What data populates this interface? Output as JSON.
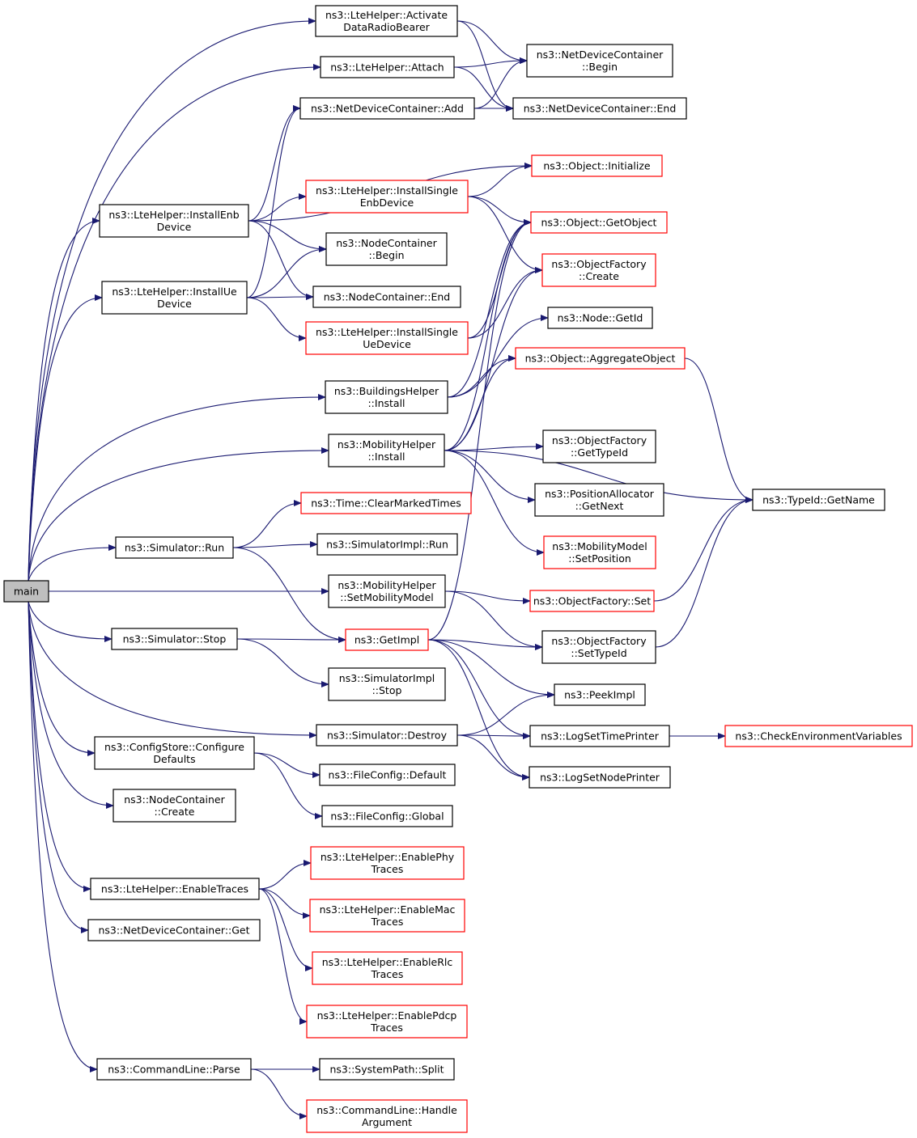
{
  "nodes": [
    {
      "id": "main",
      "lines": [
        "main"
      ],
      "style": "root"
    },
    {
      "id": "activate_drb",
      "lines": [
        "ns3::LteHelper::Activate",
        "DataRadioBearer"
      ],
      "style": "normal"
    },
    {
      "id": "attach",
      "lines": [
        "ns3::LteHelper::Attach"
      ],
      "style": "normal"
    },
    {
      "id": "ndc_add",
      "lines": [
        "ns3::NetDeviceContainer::Add"
      ],
      "style": "normal"
    },
    {
      "id": "ndc_begin",
      "lines": [
        "ns3::NetDeviceContainer",
        "::Begin"
      ],
      "style": "normal"
    },
    {
      "id": "ndc_end",
      "lines": [
        "ns3::NetDeviceContainer::End"
      ],
      "style": "normal"
    },
    {
      "id": "obj_init",
      "lines": [
        "ns3::Object::Initialize"
      ],
      "style": "red"
    },
    {
      "id": "install_enb",
      "lines": [
        "ns3::LteHelper::InstallEnb",
        "Device"
      ],
      "style": "normal"
    },
    {
      "id": "install_single_enb",
      "lines": [
        "ns3::LteHelper::InstallSingle",
        "EnbDevice"
      ],
      "style": "red"
    },
    {
      "id": "obj_getobject",
      "lines": [
        "ns3::Object::GetObject"
      ],
      "style": "red"
    },
    {
      "id": "nc_begin",
      "lines": [
        "ns3::NodeContainer",
        "::Begin"
      ],
      "style": "normal"
    },
    {
      "id": "of_create",
      "lines": [
        "ns3::ObjectFactory",
        "::Create"
      ],
      "style": "red"
    },
    {
      "id": "install_ue",
      "lines": [
        "ns3::LteHelper::InstallUe",
        "Device"
      ],
      "style": "normal"
    },
    {
      "id": "nc_end",
      "lines": [
        "ns3::NodeContainer::End"
      ],
      "style": "normal"
    },
    {
      "id": "node_getid",
      "lines": [
        "ns3::Node::GetId"
      ],
      "style": "normal"
    },
    {
      "id": "install_single_ue",
      "lines": [
        "ns3::LteHelper::InstallSingle",
        "UeDevice"
      ],
      "style": "red"
    },
    {
      "id": "obj_aggregate",
      "lines": [
        "ns3::Object::AggregateObject"
      ],
      "style": "red"
    },
    {
      "id": "bh_install",
      "lines": [
        "ns3::BuildingsHelper",
        "::Install"
      ],
      "style": "normal"
    },
    {
      "id": "mh_install",
      "lines": [
        "ns3::MobilityHelper",
        "::Install"
      ],
      "style": "normal"
    },
    {
      "id": "of_gettypeid",
      "lines": [
        "ns3::ObjectFactory",
        "::GetTypeId"
      ],
      "style": "normal"
    },
    {
      "id": "pa_getnext",
      "lines": [
        "ns3::PositionAllocator",
        "::GetNext"
      ],
      "style": "normal"
    },
    {
      "id": "typeid_getname",
      "lines": [
        "ns3::TypeId::GetName"
      ],
      "style": "normal"
    },
    {
      "id": "time_clear",
      "lines": [
        "ns3::Time::ClearMarkedTimes"
      ],
      "style": "red"
    },
    {
      "id": "sim_run",
      "lines": [
        "ns3::Simulator::Run"
      ],
      "style": "normal"
    },
    {
      "id": "simimpl_run",
      "lines": [
        "ns3::SimulatorImpl::Run"
      ],
      "style": "normal"
    },
    {
      "id": "mm_setpos",
      "lines": [
        "ns3::MobilityModel",
        "::SetPosition"
      ],
      "style": "red"
    },
    {
      "id": "mh_setmm",
      "lines": [
        "ns3::MobilityHelper",
        "::SetMobilityModel"
      ],
      "style": "normal"
    },
    {
      "id": "of_set",
      "lines": [
        "ns3::ObjectFactory::Set"
      ],
      "style": "red"
    },
    {
      "id": "sim_stop",
      "lines": [
        "ns3::Simulator::Stop"
      ],
      "style": "normal"
    },
    {
      "id": "getimpl",
      "lines": [
        "ns3::GetImpl"
      ],
      "style": "red"
    },
    {
      "id": "of_settypeid",
      "lines": [
        "ns3::ObjectFactory",
        "::SetTypeId"
      ],
      "style": "normal"
    },
    {
      "id": "simimpl_stop",
      "lines": [
        "ns3::SimulatorImpl",
        "::Stop"
      ],
      "style": "normal"
    },
    {
      "id": "peekimpl",
      "lines": [
        "ns3::PeekImpl"
      ],
      "style": "normal"
    },
    {
      "id": "sim_destroy",
      "lines": [
        "ns3::Simulator::Destroy"
      ],
      "style": "normal"
    },
    {
      "id": "log_timeprinter",
      "lines": [
        "ns3::LogSetTimePrinter"
      ],
      "style": "normal"
    },
    {
      "id": "check_env",
      "lines": [
        "ns3::CheckEnvironmentVariables"
      ],
      "style": "red"
    },
    {
      "id": "cs_configure",
      "lines": [
        "ns3::ConfigStore::Configure",
        "Defaults"
      ],
      "style": "normal"
    },
    {
      "id": "fc_default",
      "lines": [
        "ns3::FileConfig::Default"
      ],
      "style": "normal"
    },
    {
      "id": "log_nodeprinter",
      "lines": [
        "ns3::LogSetNodePrinter"
      ],
      "style": "normal"
    },
    {
      "id": "nc_create",
      "lines": [
        "ns3::NodeContainer",
        "::Create"
      ],
      "style": "normal"
    },
    {
      "id": "fc_global",
      "lines": [
        "ns3::FileConfig::Global"
      ],
      "style": "normal"
    },
    {
      "id": "en_phy",
      "lines": [
        "ns3::LteHelper::EnablePhy",
        "Traces"
      ],
      "style": "red"
    },
    {
      "id": "enable_traces",
      "lines": [
        "ns3::LteHelper::EnableTraces"
      ],
      "style": "normal"
    },
    {
      "id": "en_mac",
      "lines": [
        "ns3::LteHelper::EnableMac",
        "Traces"
      ],
      "style": "red"
    },
    {
      "id": "ndc_get",
      "lines": [
        "ns3::NetDeviceContainer::Get"
      ],
      "style": "normal"
    },
    {
      "id": "en_rlc",
      "lines": [
        "ns3::LteHelper::EnableRlc",
        "Traces"
      ],
      "style": "red"
    },
    {
      "id": "en_pdcp",
      "lines": [
        "ns3::LteHelper::EnablePdcp",
        "Traces"
      ],
      "style": "red"
    },
    {
      "id": "cl_parse",
      "lines": [
        "ns3::CommandLine::Parse"
      ],
      "style": "normal"
    },
    {
      "id": "sp_split",
      "lines": [
        "ns3::SystemPath::Split"
      ],
      "style": "normal"
    },
    {
      "id": "cl_handle",
      "lines": [
        "ns3::CommandLine::Handle",
        "Argument"
      ],
      "style": "red"
    }
  ],
  "edges": [
    [
      "main",
      "activate_drb"
    ],
    [
      "main",
      "attach"
    ],
    [
      "main",
      "install_enb"
    ],
    [
      "main",
      "install_ue"
    ],
    [
      "main",
      "bh_install"
    ],
    [
      "main",
      "mh_install"
    ],
    [
      "main",
      "sim_run"
    ],
    [
      "main",
      "mh_setmm"
    ],
    [
      "main",
      "sim_stop"
    ],
    [
      "main",
      "sim_destroy"
    ],
    [
      "main",
      "cs_configure"
    ],
    [
      "main",
      "nc_create"
    ],
    [
      "main",
      "enable_traces"
    ],
    [
      "main",
      "ndc_get"
    ],
    [
      "main",
      "cl_parse"
    ],
    [
      "activate_drb",
      "ndc_begin"
    ],
    [
      "activate_drb",
      "ndc_end"
    ],
    [
      "attach",
      "ndc_begin"
    ],
    [
      "attach",
      "ndc_end"
    ],
    [
      "ndc_add",
      "ndc_begin"
    ],
    [
      "ndc_add",
      "ndc_end"
    ],
    [
      "install_enb",
      "ndc_add"
    ],
    [
      "install_enb",
      "obj_init"
    ],
    [
      "install_enb",
      "install_single_enb"
    ],
    [
      "install_enb",
      "nc_begin"
    ],
    [
      "install_enb",
      "nc_end"
    ],
    [
      "install_single_enb",
      "obj_init"
    ],
    [
      "install_single_enb",
      "obj_getobject"
    ],
    [
      "install_single_enb",
      "of_create"
    ],
    [
      "install_ue",
      "ndc_add"
    ],
    [
      "install_ue",
      "nc_begin"
    ],
    [
      "install_ue",
      "nc_end"
    ],
    [
      "install_ue",
      "install_single_ue"
    ],
    [
      "install_single_ue",
      "obj_getobject"
    ],
    [
      "install_single_ue",
      "of_create"
    ],
    [
      "bh_install",
      "node_getid"
    ],
    [
      "bh_install",
      "obj_aggregate"
    ],
    [
      "bh_install",
      "obj_getobject"
    ],
    [
      "mh_install",
      "obj_getobject"
    ],
    [
      "mh_install",
      "of_create"
    ],
    [
      "mh_install",
      "obj_aggregate"
    ],
    [
      "mh_install",
      "of_gettypeid"
    ],
    [
      "mh_install",
      "pa_getnext"
    ],
    [
      "mh_install",
      "typeid_getname"
    ],
    [
      "mh_install",
      "mm_setpos"
    ],
    [
      "obj_aggregate",
      "typeid_getname"
    ],
    [
      "sim_run",
      "time_clear"
    ],
    [
      "sim_run",
      "simimpl_run"
    ],
    [
      "sim_run",
      "getimpl"
    ],
    [
      "mh_setmm",
      "of_set"
    ],
    [
      "mh_setmm",
      "of_settypeid"
    ],
    [
      "of_set",
      "typeid_getname"
    ],
    [
      "of_settypeid",
      "typeid_getname"
    ],
    [
      "sim_stop",
      "getimpl"
    ],
    [
      "sim_stop",
      "simimpl_stop"
    ],
    [
      "getimpl",
      "obj_getobject"
    ],
    [
      "getimpl",
      "of_settypeid"
    ],
    [
      "getimpl",
      "peekimpl"
    ],
    [
      "getimpl",
      "log_timeprinter"
    ],
    [
      "getimpl",
      "log_nodeprinter"
    ],
    [
      "sim_destroy",
      "peekimpl"
    ],
    [
      "sim_destroy",
      "log_timeprinter"
    ],
    [
      "sim_destroy",
      "log_nodeprinter"
    ],
    [
      "log_timeprinter",
      "check_env"
    ],
    [
      "cs_configure",
      "fc_default"
    ],
    [
      "cs_configure",
      "fc_global"
    ],
    [
      "enable_traces",
      "en_phy"
    ],
    [
      "enable_traces",
      "en_mac"
    ],
    [
      "enable_traces",
      "en_rlc"
    ],
    [
      "enable_traces",
      "en_pdcp"
    ],
    [
      "cl_parse",
      "sp_split"
    ],
    [
      "cl_parse",
      "cl_handle"
    ]
  ],
  "colors": {
    "edge": "#191970",
    "border_normal": "#000000",
    "border_red": "#ff0000",
    "root_fill": "#bfbfbf"
  }
}
